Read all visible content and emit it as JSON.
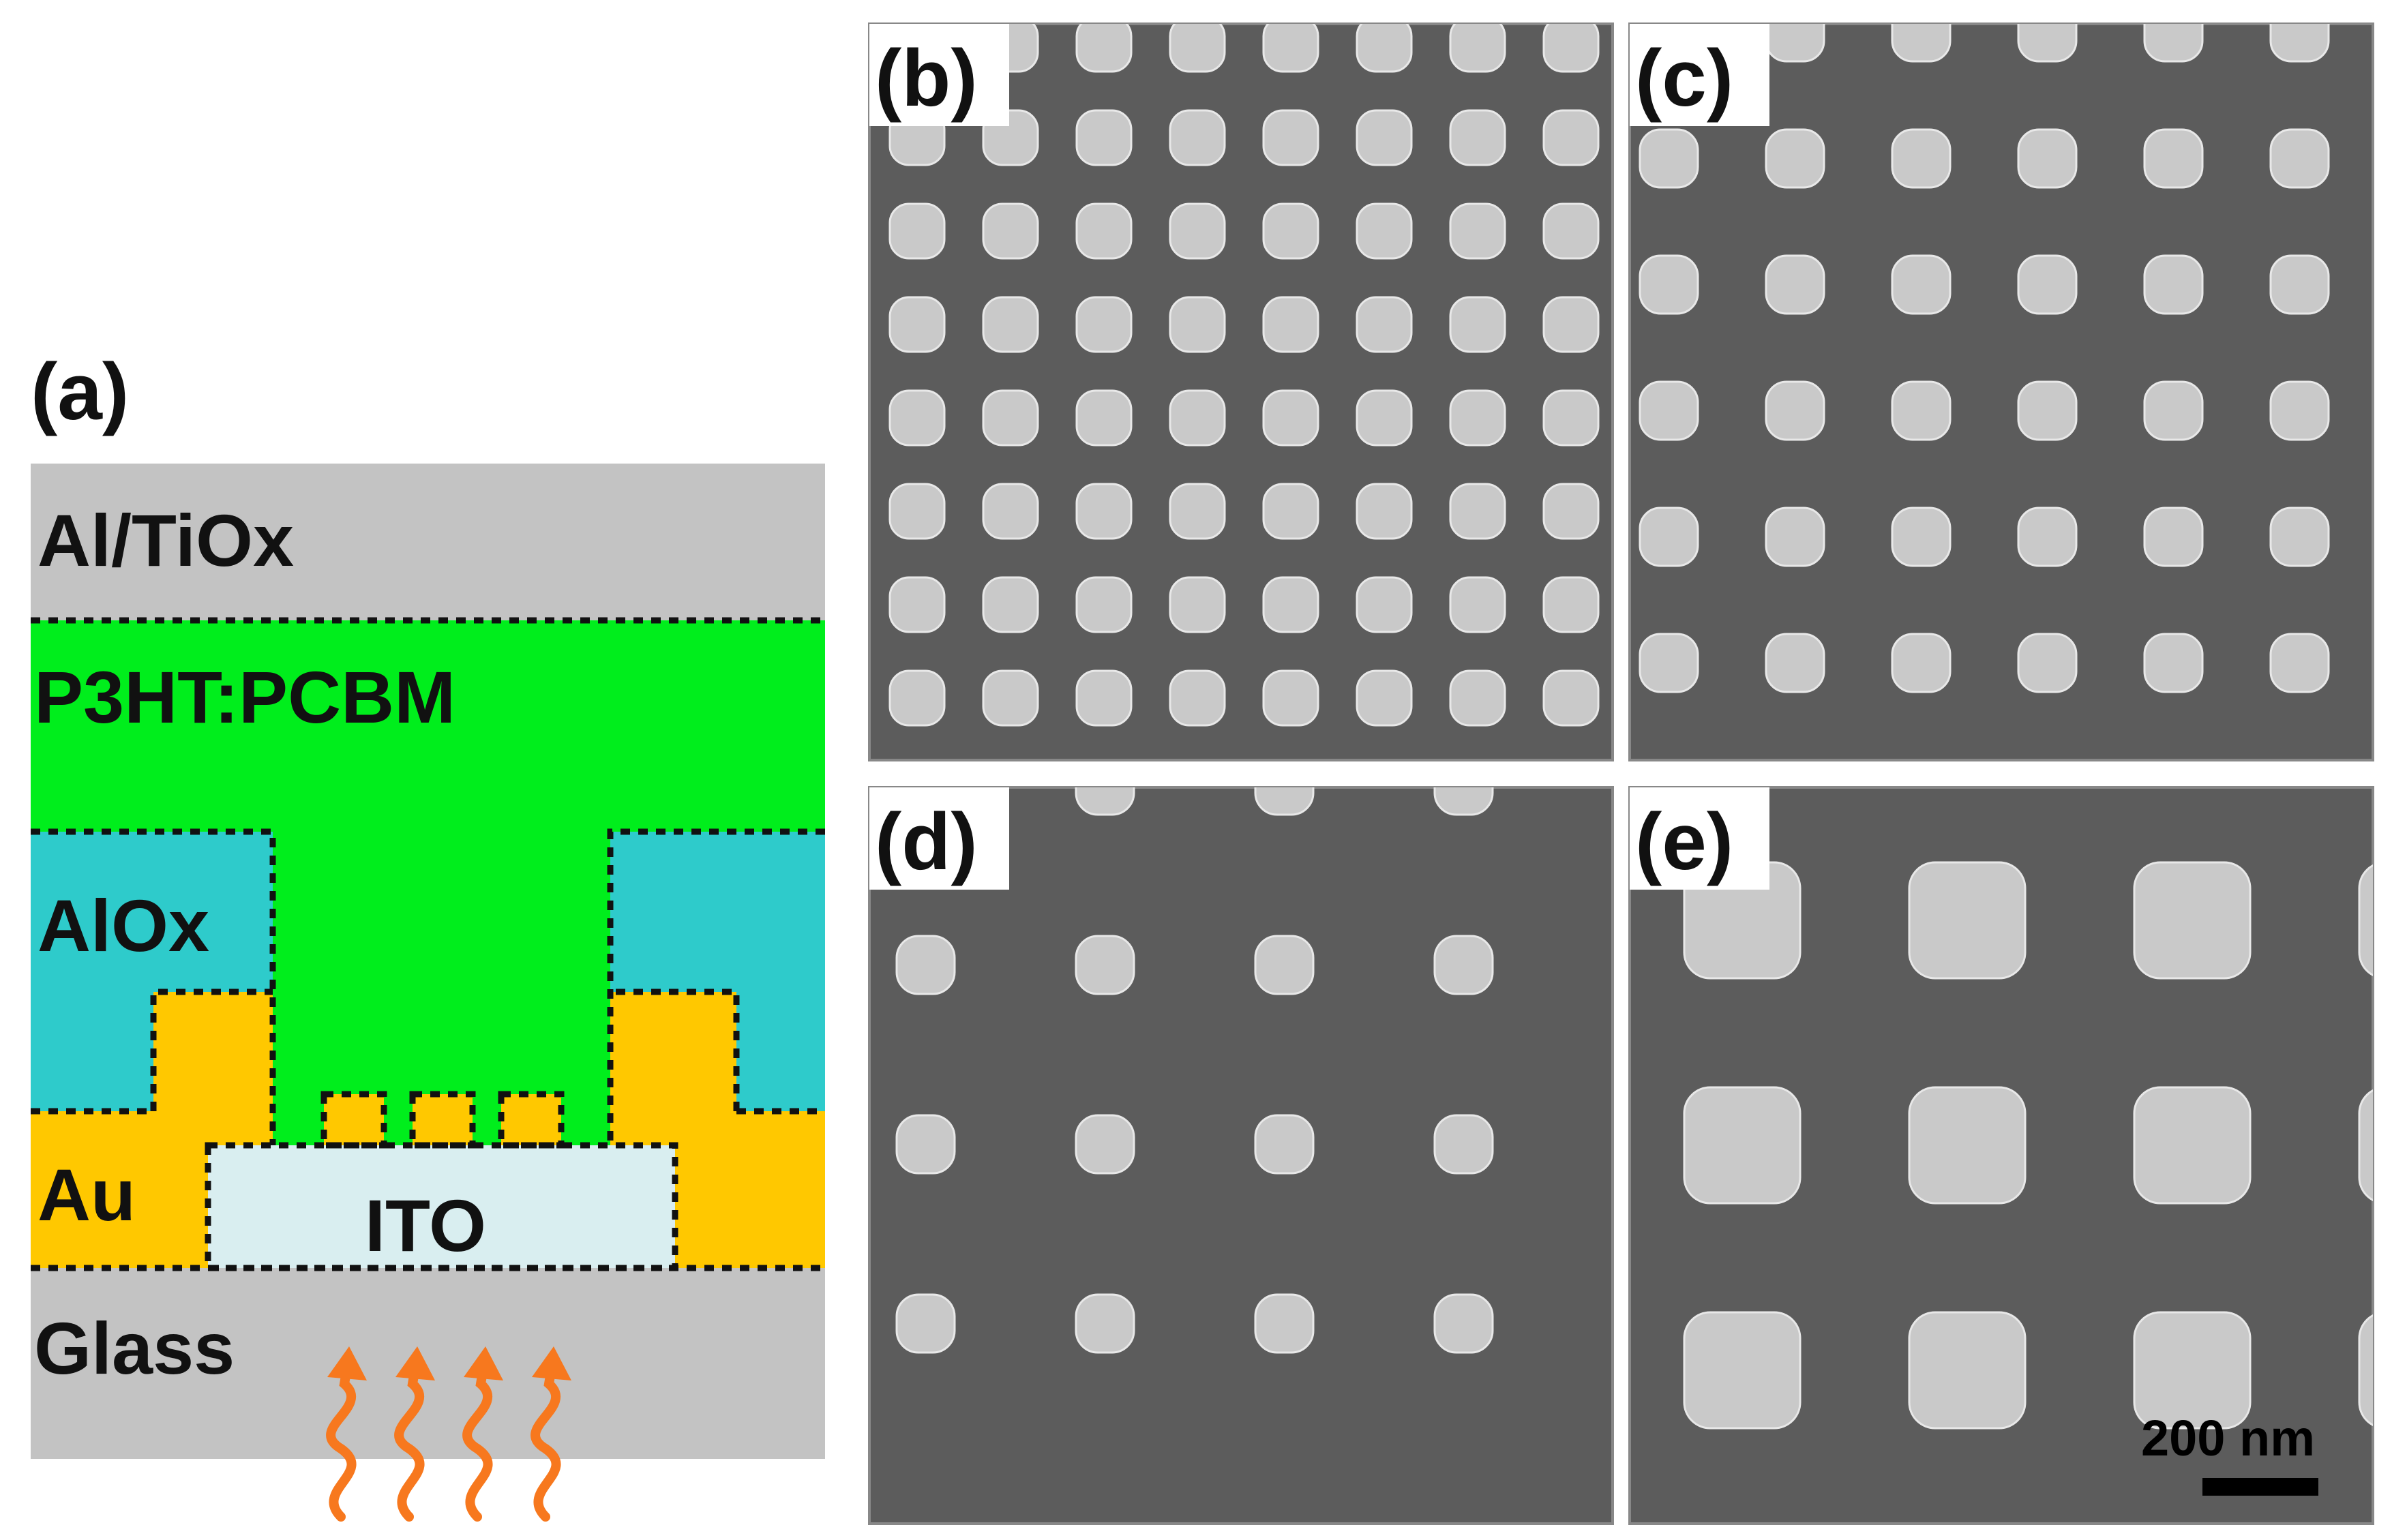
{
  "colors": {
    "glass": "#c3c3c3",
    "al_tiox": "#c3c3c3",
    "p3ht_pcbm": "#00ee1c",
    "alox": "#2ecbcb",
    "au": "#ffc800",
    "ito": "#d9eef0",
    "light_arrows": "#f7781e",
    "sem_background": "#5c5c5c",
    "sem_particle": "#c9c9c9",
    "scalebar": "#000000"
  },
  "panel_a": {
    "label": "(a)",
    "layers": {
      "al_tiox": "Al/TiOx",
      "p3ht_pcbm": "P3HT:PCBM",
      "alox": "AlOx",
      "au": "Au",
      "ito": "ITO",
      "glass": "Glass"
    }
  },
  "sem_panels": [
    {
      "label": "(b)",
      "rows": 8,
      "cols": 8
    },
    {
      "label": "(c)",
      "rows": 6,
      "cols": 6
    },
    {
      "label": "(d)",
      "rows": 4,
      "cols": 4
    },
    {
      "label": "(e)",
      "rows": 3,
      "cols": 4
    }
  ],
  "scalebar": {
    "label": "200 nm"
  }
}
